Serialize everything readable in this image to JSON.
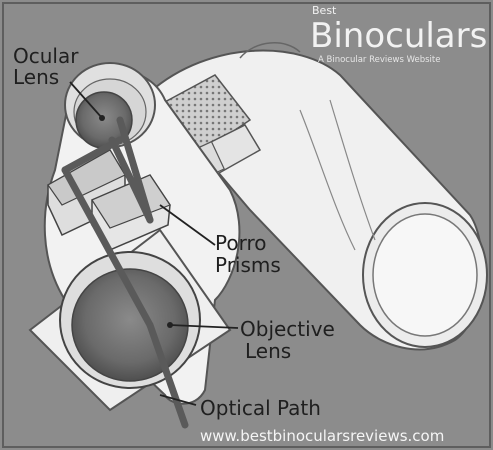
{
  "brand": {
    "prefix": "Best",
    "title": "Binoculars",
    "subtitle": "A Binocular Reviews Website"
  },
  "labels": {
    "ocular_line1": "Ocular",
    "ocular_line2": "Lens",
    "porro_line1": "Porro",
    "porro_line2": "Prisms",
    "objective_line1": "Objective",
    "objective_line2": "Lens",
    "optical_path": "Optical Path"
  },
  "footer": {
    "url": "www.bestbinocularsreviews.com"
  },
  "colors": {
    "background": "#8c8c8c",
    "body": "#f0f0f0",
    "outline": "#5a5a5a",
    "lens": "#6b6b6b",
    "path": "#5c5c5c"
  }
}
